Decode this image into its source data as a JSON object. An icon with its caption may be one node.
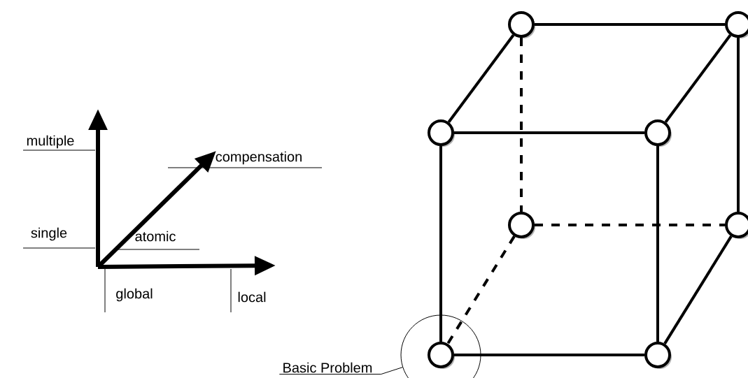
{
  "diagram": {
    "nodes": [
      {
        "text": [],
        "shape": "circle"
      },
      {
        "text": [],
        "shape": "circle"
      },
      {
        "text": [],
        "shape": "circle"
      },
      {
        "text": [],
        "shape": "circle"
      },
      {
        "text": [],
        "shape": "circle"
      },
      {
        "text": [],
        "shape": "circle"
      },
      {
        "text": [],
        "shape": "circle"
      },
      {
        "text": [],
        "shape": "circle",
        "in": 6
      },
      {
        "text": [],
        "shape": "circle"
      },
      {
        "text": [
          "Basic Problem"
        ]
      }
    ],
    "edges": [
      {
        "from": 0,
        "to": 1,
        "arrow": "none"
      },
      {
        "from": 0,
        "to": 2,
        "arrow": "none"
      },
      {
        "from": 1,
        "to": 3,
        "arrow": "none"
      },
      {
        "from": 2,
        "to": 3,
        "arrow": "none"
      },
      {
        "from": 1,
        "to": 5,
        "arrow": "none"
      },
      {
        "from": 0,
        "to": 4,
        "arrow": "none",
        "style": "dashed"
      },
      {
        "from": 4,
        "to": 5,
        "arrow": "none",
        "style": "dashed"
      },
      {
        "from": 2,
        "to": 7,
        "arrow": "none"
      },
      {
        "from": 3,
        "to": 8,
        "arrow": "none"
      },
      {
        "from": 7,
        "to": 8,
        "arrow": "none"
      },
      {
        "from": 5,
        "to": 8,
        "arrow": "none"
      },
      {
        "from": 4,
        "to": 7,
        "arrow": "none",
        "style": "dashed"
      },
      {
        "from": 9,
        "to": 6,
        "arrow": "none"
      }
    ],
    "labels": [
      "multiple",
      "compensation",
      "single",
      "atomic",
      "global",
      "local"
    ]
  }
}
